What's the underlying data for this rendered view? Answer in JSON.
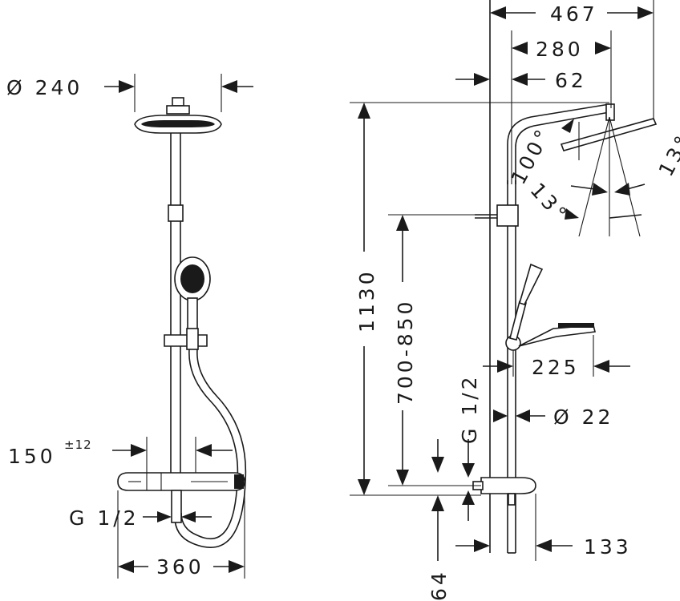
{
  "front_view": {
    "head_diameter": "Ø 240",
    "thermostat_offset": "150",
    "thermostat_offset_tolerance": "±12",
    "inlet_thread": "G 1/2",
    "thermostat_width": "360"
  },
  "side_view": {
    "overall_projection": "467",
    "arm_projection": "280",
    "wall_offset": "62",
    "arm_angle": "100°",
    "spray_angle_left": "13°",
    "spray_angle_right": "13°",
    "total_height": "1130",
    "height_range": "700-850",
    "inlet_thread": "G 1/2",
    "hand_shower_length": "225",
    "rail_diameter": "Ø 22",
    "bottom_offset": "64",
    "thermostat_depth": "133"
  }
}
